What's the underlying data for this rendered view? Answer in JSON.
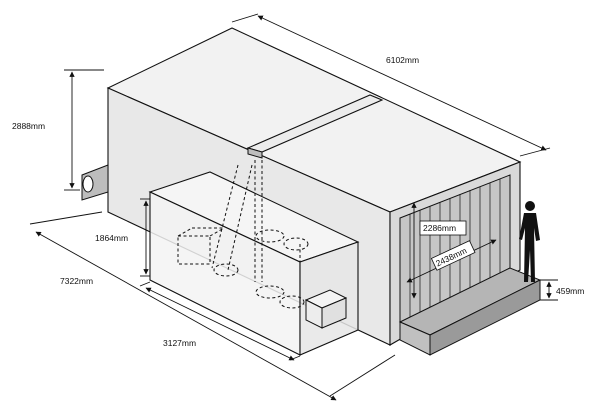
{
  "dimensions": {
    "length": "6102mm",
    "height_outer": "2888mm",
    "total_length": "7322mm",
    "height_inner": "1864mm",
    "width_inner": "3127mm",
    "door_height": "2286mm",
    "door_width": "2438mm",
    "platform_height": "459mm"
  },
  "colors": {
    "line": "#111111",
    "top_face": "#f2f2f2",
    "side_face": "#e9e9e9",
    "end_face": "#dcdcdc",
    "door_panel": "#c8c8c8",
    "ramp": "#b5b5b5",
    "person": "#111111"
  }
}
